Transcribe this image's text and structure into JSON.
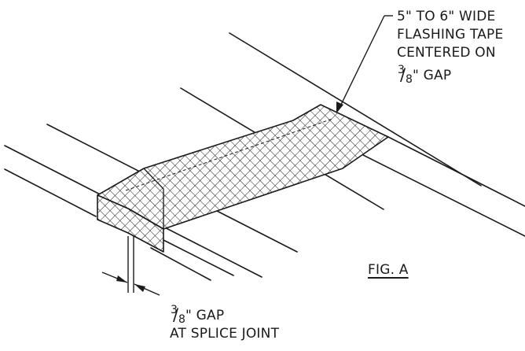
{
  "callout_top": {
    "line1": "5\" TO 6\" WIDE",
    "line2": "FLASHING TAPE",
    "line3": "CENTERED ON",
    "frac_num": "3",
    "frac_slash": "/",
    "frac_den": "8",
    "line4_rest": "\" GAP"
  },
  "callout_bottom": {
    "frac_num": "3",
    "frac_slash": "/",
    "frac_den": "8",
    "line1_rest": "\" GAP",
    "line2": "AT SPLICE JOINT"
  },
  "figure_label": "FIG. A",
  "colors": {
    "ink": "#1a1a1a",
    "background": "#ffffff"
  }
}
